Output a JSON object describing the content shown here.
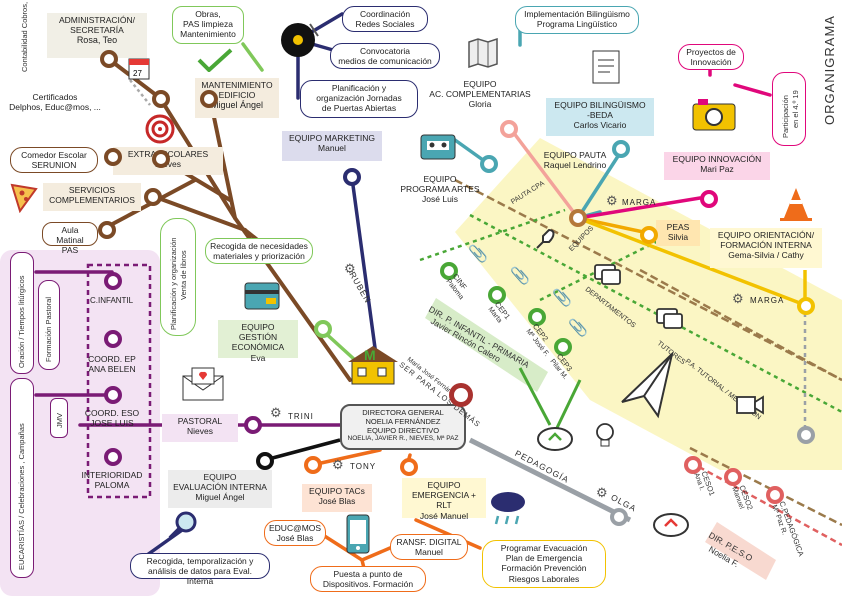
{
  "title": "ORGANIGRAMA",
  "center": {
    "lines": [
      "DIRECTORA GENERAL",
      "NOELIA FERNÁNDEZ",
      "EQUIPO DIRECTIVO",
      "NOELIA, JAVIER R., NIEVES, Mª PAZ"
    ],
    "motto": "SER PARA LOS DEMÁS",
    "motto_sub": "María José Fernández"
  },
  "colors": {
    "pastoral_bg": "#f3e3f3",
    "yellow_band": "#fbf6c4",
    "green_band": "#d7ecc8",
    "peso_bg": "#f8d9d0",
    "teal": "#4aa6b2",
    "brown": "#7b4a26",
    "purple": "#7a1b75",
    "navy": "#2b2d70",
    "green": "#49a736",
    "orange": "#ef6c1a",
    "pink": "#e0077b",
    "grey": "#9aa0a6"
  },
  "admin": {
    "title1": "ADMINISTRACIÓN/",
    "title2": "SECRETARÍA",
    "people": "Rosa, Teo",
    "contab": "Contabilidad Cobros, Pagos",
    "cert1": "Certificados",
    "cert2": "Delphos, Educ@mos, ...",
    "calendar_day": "27"
  },
  "obras": {
    "line1": "Obras,",
    "line2": "PAS limpieza",
    "line3": "Mantenimiento"
  },
  "mant": {
    "title1": "MANTENIMIENTO",
    "title2": "EDIFICIO",
    "person": "Miguel Ángel"
  },
  "extra": {
    "title": "EXTRAESCOLARES",
    "person": "Nieves"
  },
  "comedor": {
    "line1": "Comedor Escolar",
    "line2": "SERUNION"
  },
  "servicios": {
    "title1": "SERVICIOS",
    "title2": "COMPLEMENTARIOS"
  },
  "aula": {
    "line1": "Aula Matinal",
    "line2": "PAS"
  },
  "marketing": {
    "coordinacion1": "Coordinación",
    "coordinacion2": "Redes Sociales",
    "convocatoria1": "Convocatoria",
    "convocatoria2": "medios de comunicación",
    "planif1": "Planificación y",
    "planif2": "organización Jornadas",
    "planif3": "de Puertas Abiertas",
    "title": "EQUIPO MARKETING",
    "person": "Manuel"
  },
  "complementarias": {
    "title1": "EQUIPO",
    "title2": "AC. COMPLEMENTARIAS",
    "person": "Gloria"
  },
  "artes": {
    "title1": "EQUIPO",
    "title2": "PROGRAMA ARTES",
    "person": "José Luis"
  },
  "bilingue": {
    "impl1": "Implementación Bilingüismo",
    "impl2": "Programa Lingüístico",
    "title1": "EQUIPO BILINGÜISMO",
    "title2": "-BEDA",
    "person": "Carlos Vicario"
  },
  "proyectos": {
    "line1": "Proyectos de",
    "line2": "Innovación"
  },
  "participacion": {
    "line1": "Participación",
    "line2": "en el 4.º 19"
  },
  "innovacion": {
    "title": "EQUIPO INNOVACIÓN",
    "person": "Mari Paz"
  },
  "pauta": {
    "title": "EQUIPO PAUTA",
    "person": "Raquel Lendrino"
  },
  "peas": {
    "title": "PEAS",
    "person": "Silvia"
  },
  "orientacion": {
    "title1": "EQUIPO ORIENTACIÓN/",
    "title2": "FORMACIÓN INTERNA",
    "person": "Gema-Silvia / Cathy"
  },
  "gears": {
    "marga": "MARGA",
    "ruben": "RUBÉN",
    "trini": "TRINI",
    "tony": "TONY",
    "olga": "OLGA"
  },
  "recogida": {
    "line1": "Recogida de necesidades",
    "line2": "materiales y priorización"
  },
  "planif_venta": {
    "line1": "Planificación y organización",
    "line2": "Venta de libros"
  },
  "gestion": {
    "title1": "EQUIPO GESTIÓN",
    "title2": "ECONÓMICA",
    "person": "Eva"
  },
  "pastoral_area": {
    "oracion": "Oración / Tiempos litúrgicos",
    "formacion": "Formación Pastoral",
    "eucaristias": "EUCARISTÍAS / Celebraciones , Campañas",
    "jmv": "JMV",
    "cinfantil": "C.INFANTIL",
    "coord_ep1": "COORD. EP",
    "coord_ep2": "ANA BELEN",
    "coord_eso1": "COORD. ESO",
    "coord_eso2": "JOSE LUIS",
    "interior1": "INTERIORIDAD",
    "interior2": "PALOMA"
  },
  "pastoral": {
    "title": "PASTORAL",
    "person": "Nieves"
  },
  "evaluacion": {
    "title1": "EQUIPO",
    "title2": "EVALUACIÓN INTERNA",
    "person": "Miguel Ángel"
  },
  "recogida_eval": {
    "line1": "Recogida, temporalización y",
    "line2": "análisis de datos para Eval. Interna"
  },
  "tacs": {
    "title": "EQUIPO TACs",
    "person": "José Blas"
  },
  "emergencia": {
    "title1": "EQUIPO",
    "title2": "EMERGENCIA + RLT",
    "person": "José Manuel"
  },
  "educamos": {
    "title": "EDUC@MOS",
    "person": "José Blas"
  },
  "ransf": {
    "title": "RANSF. DIGITAL",
    "person": "Manuel"
  },
  "puesta": {
    "line1": "Puesta a punto de",
    "line2": "Dispositivos. Formación"
  },
  "programar": {
    "line1": "Programar Evacuación",
    "line2": "Plan de Emergencia",
    "line3": "Formación Prevención",
    "line4": "Riesgos Laborales"
  },
  "infantil_primaria": {
    "line1": "DIR. P. INFANTIL - PRIMARIA",
    "line2": "Javier Rincón Calero"
  },
  "peso": {
    "line1": "DIR. P.E.S.O",
    "line2": "Noelia F."
  },
  "band_labels": {
    "pauta_cpa": "PAUTA CPA",
    "equipos": "EQUIPOS",
    "departamentos": "DEPARTAMENTOS",
    "tutores": "TUTORES",
    "tutorial": "P.A. TUTORIAL / MEDIACIÓN",
    "pedagogia": "PEDAGOGÍA"
  },
  "cycles": [
    {
      "name": "CINF",
      "person": "Paloma"
    },
    {
      "name": "CEP1",
      "person": "Marta"
    },
    {
      "name": "CEP2",
      "person": "Mª José F."
    },
    {
      "name": "CEP3",
      "person": "Pilar M."
    }
  ],
  "eso_cycles": [
    {
      "name": "CESO1",
      "person": "Ana I."
    },
    {
      "name": "CESO2",
      "person": "Manuel"
    },
    {
      "name": "C.PEDAGÓGICA",
      "person": "Mª Paz R."
    }
  ]
}
